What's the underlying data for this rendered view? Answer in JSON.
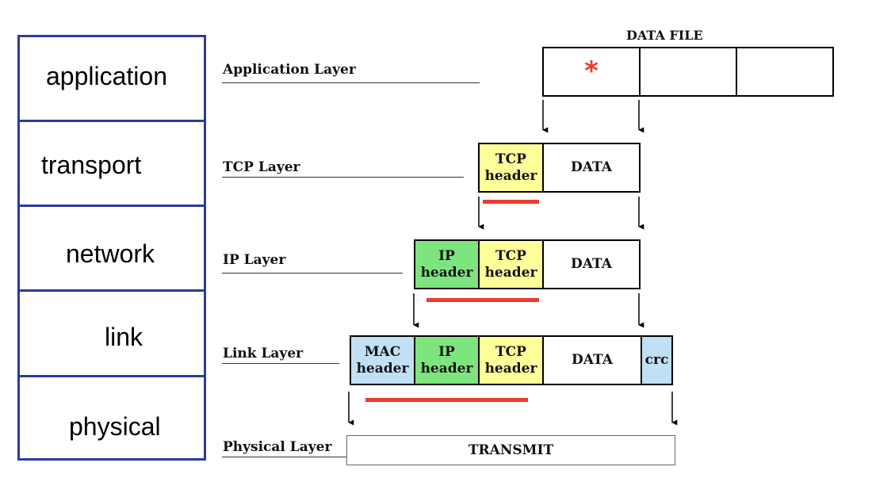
{
  "stack": {
    "layers": [
      "application",
      "transport",
      "network",
      "link",
      "physical"
    ]
  },
  "layer_labels": {
    "application": "Application Layer",
    "tcp": "TCP Layer",
    "ip": "IP Layer",
    "link": "Link Layer",
    "physical": "Physical Layer"
  },
  "data_file": {
    "caption": "DATA FILE",
    "star": "*"
  },
  "fields": {
    "tcp_header_1": "TCP",
    "tcp_header_2": "header",
    "ip_header_1": "IP",
    "ip_header_2": "header",
    "mac_header_1": "MAC",
    "mac_header_2": "header",
    "data": "DATA",
    "crc": "crc",
    "transmit": "TRANSMIT"
  },
  "colors": {
    "stack_border": "#2e3b9a",
    "tcp_header": "#ffff99",
    "ip_header": "#7ee57e",
    "mac_header": "#c2e0f4",
    "highlight_bar": "#ec3b2f"
  }
}
